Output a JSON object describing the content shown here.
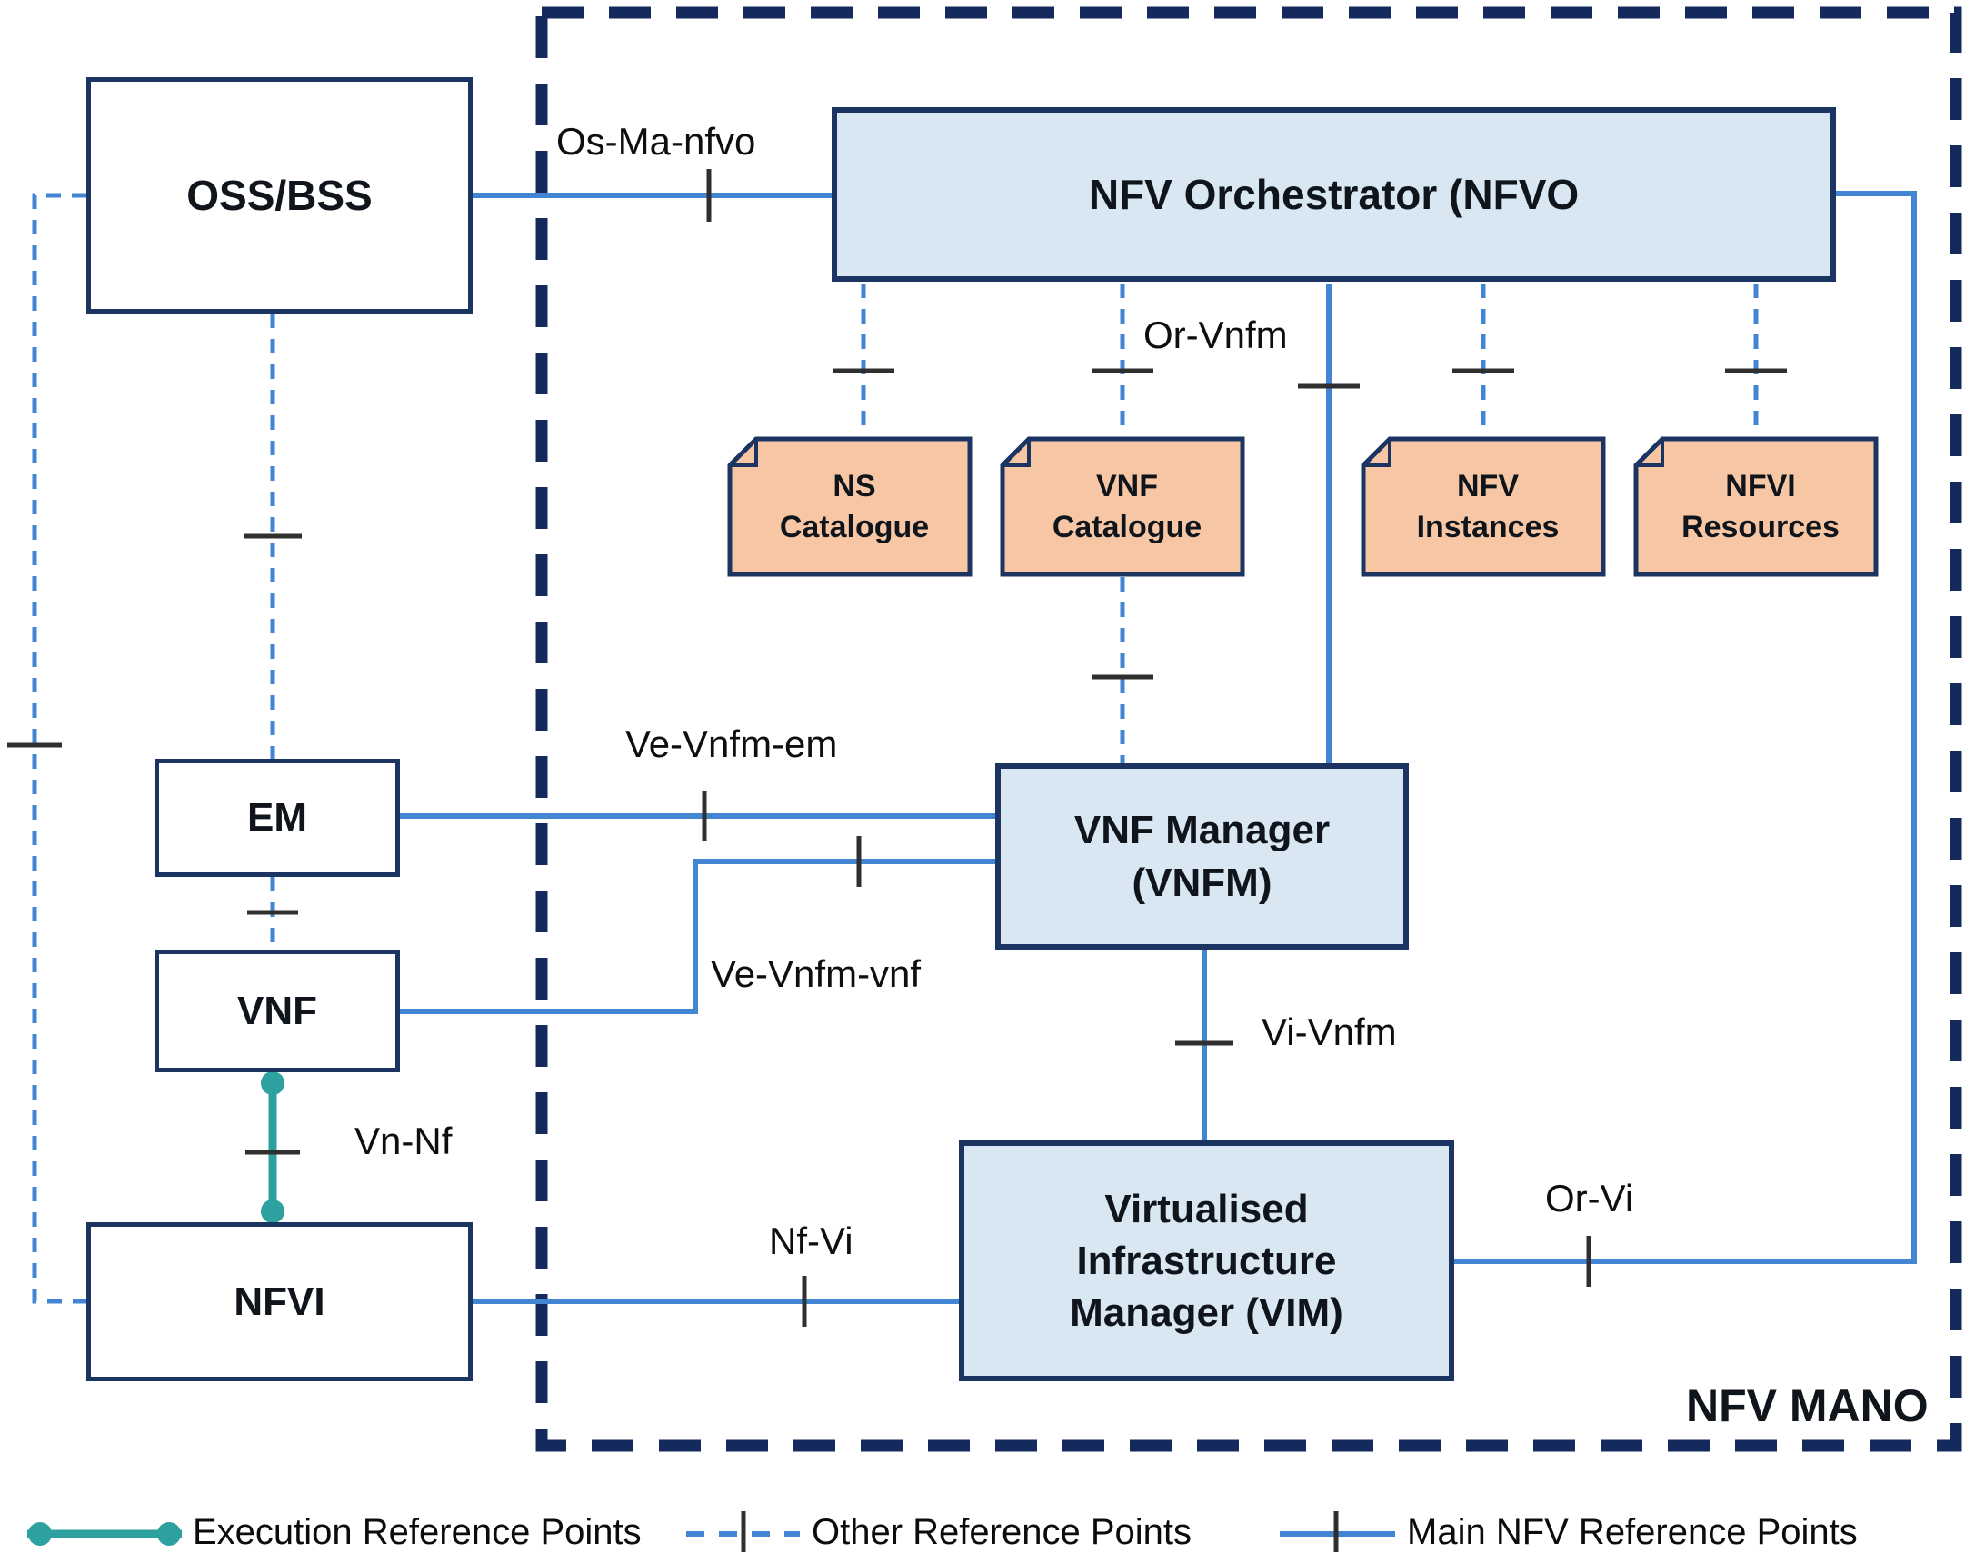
{
  "diagram": {
    "boundary_label": "NFV MANO",
    "boxes": {
      "oss_bss": "OSS/BSS",
      "nfvo": "NFV Orchestrator (NFVO",
      "em": "EM",
      "vnf": "VNF",
      "nfvi": "NFVI",
      "vnfm": {
        "line1": "VNF Manager",
        "line2": "(VNFM)"
      },
      "vim": {
        "line1": "Virtualised",
        "line2": "Infrastructure",
        "line3": "Manager (VIM)"
      }
    },
    "repositories": [
      {
        "line1": "NS",
        "line2": "Catalogue"
      },
      {
        "line1": "VNF",
        "line2": "Catalogue"
      },
      {
        "line1": "NFV",
        "line2": "Instances"
      },
      {
        "line1": "NFVI",
        "line2": "Resources"
      }
    ],
    "reference_points": {
      "os_ma_nfvo": "Os-Ma-nfvo",
      "or_vnfm": "Or-Vnfm",
      "ve_vnfm_em": "Ve-Vnfm-em",
      "ve_vnfm_vnf": "Ve-Vnfm-vnf",
      "vn_nf": "Vn-Nf",
      "nf_vi": "Nf-Vi",
      "vi_vnfm": "Vi-Vnfm",
      "or_vi": "Or-Vi"
    },
    "legend": [
      {
        "label": "Execution Reference Points"
      },
      {
        "label": "Other Reference Points"
      },
      {
        "label": "Main NFV Reference Points"
      }
    ],
    "colors": {
      "navy_border": "#1c3461",
      "boundary_navy": "#152a5c",
      "manager_fill": "#d9e7f3",
      "repository_fill": "#f7c6a5",
      "reference_blue": "#4285d2",
      "execution_teal": "#2da0a0",
      "tick_dark": "#2f2f2f"
    }
  }
}
